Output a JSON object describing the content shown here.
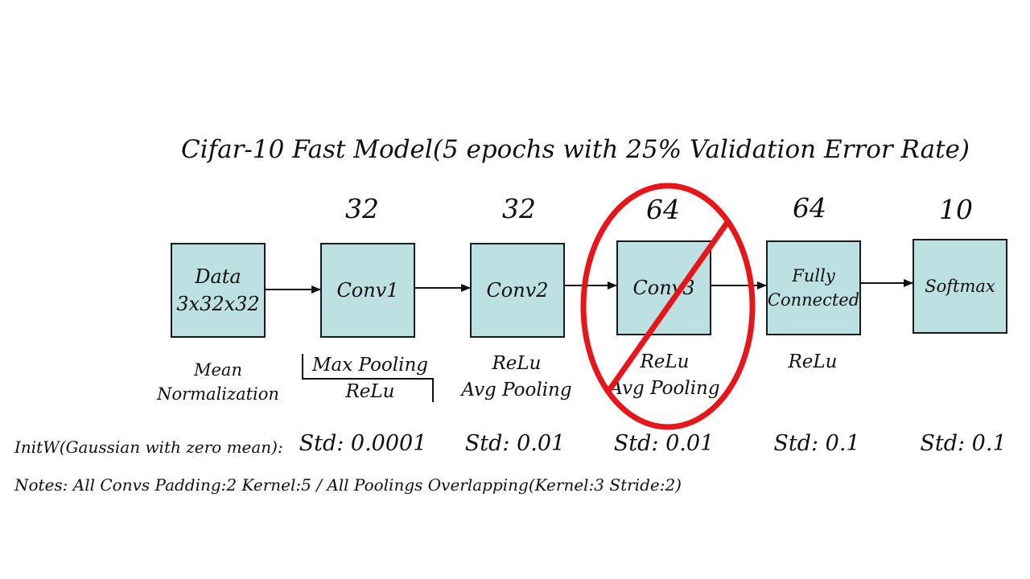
{
  "title": "Cifar-10 Fast Model(5 epochs with 25% Validation Error Rate)",
  "layers": [
    {
      "name": "Data\n3x32x32",
      "count": "",
      "description": "Mean\nNormalization",
      "std": ""
    },
    {
      "name": "Conv1",
      "count": "32",
      "description": "Max  Pooling\nReLu",
      "std": "Std: 0.0001"
    },
    {
      "name": "Conv2",
      "count": "32",
      "description": "ReLu\nAvg  Pooling",
      "std": "Std: 0.01"
    },
    {
      "name": "Conv3",
      "count": "64",
      "description": "ReLu\nAvg  Pooling",
      "std": "Std: 0.01",
      "crossed_out": true
    },
    {
      "name": "Fully\nConnected",
      "count": "64",
      "description": "ReLu",
      "std": "Std: 0.1"
    },
    {
      "name": "Softmax",
      "count": "10",
      "description": "",
      "std": "Std: 0.1"
    }
  ],
  "initw_label": "InitW(Gaussian with zero mean):",
  "notes": "Notes: All Convs  Padding:2  Kernel:5 / All Poolings Overlapping(Kernel:3 Stride:2)",
  "colors": {
    "box_fill": "#bde0e3",
    "cross_out": "#e8151b"
  }
}
